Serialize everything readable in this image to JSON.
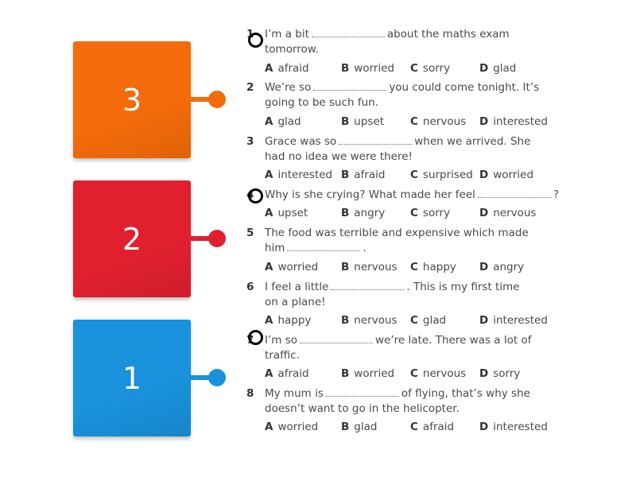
{
  "boxes": [
    {
      "label": "3",
      "color": "#f36b0a"
    },
    {
      "label": "2",
      "color": "#e1202f"
    },
    {
      "label": "1",
      "color": "#1991dc"
    }
  ],
  "questions": [
    {
      "number": "1",
      "lines": [
        {
          "pre": "I’m a bit",
          "blank": true,
          "post": "about the maths exam"
        },
        {
          "pre": "tomorrow.",
          "blank": false,
          "post": ""
        }
      ],
      "options": [
        "afraid",
        "worried",
        "sorry",
        "glad"
      ]
    },
    {
      "number": "2",
      "lines": [
        {
          "pre": "We’re so",
          "blank": true,
          "post": "you could come tonight. It’s"
        },
        {
          "pre": "going to be such fun.",
          "blank": false,
          "post": ""
        }
      ],
      "options": [
        "glad",
        "upset",
        "nervous",
        "interested"
      ]
    },
    {
      "number": "3",
      "lines": [
        {
          "pre": "Grace was so",
          "blank": true,
          "post": "when we arrived. She"
        },
        {
          "pre": "had no idea we were there!",
          "blank": false,
          "post": ""
        }
      ],
      "options": [
        "interested",
        "afraid",
        "surprised",
        "worried"
      ]
    },
    {
      "number": "4",
      "lines": [
        {
          "pre": "Why is she crying? What made her feel",
          "blank": true,
          "post": "?"
        }
      ],
      "options": [
        "upset",
        "angry",
        "sorry",
        "nervous"
      ]
    },
    {
      "number": "5",
      "lines": [
        {
          "pre": "The food was terrible and expensive which made",
          "blank": false,
          "post": ""
        },
        {
          "pre": "him",
          "blank": true,
          "post": "."
        }
      ],
      "options": [
        "worried",
        "nervous",
        "happy",
        "angry"
      ]
    },
    {
      "number": "6",
      "lines": [
        {
          "pre": "I feel a little",
          "blank": true,
          "post": ". This is my first time"
        },
        {
          "pre": "on a plane!",
          "blank": false,
          "post": ""
        }
      ],
      "options": [
        "happy",
        "nervous",
        "glad",
        "interested"
      ]
    },
    {
      "number": "7",
      "lines": [
        {
          "pre": "I’m so",
          "blank": true,
          "post": "we’re late. There was a lot of"
        },
        {
          "pre": "traffic.",
          "blank": false,
          "post": ""
        }
      ],
      "options": [
        "afraid",
        "worried",
        "nervous",
        "sorry"
      ]
    },
    {
      "number": "8",
      "lines": [
        {
          "pre": "My mum is",
          "blank": true,
          "post": "of flying, that’s why she"
        },
        {
          "pre": "doesn’t want to go in the helicopter.",
          "blank": false,
          "post": ""
        }
      ],
      "options": [
        "worried",
        "glad",
        "afraid",
        "interested"
      ]
    }
  ],
  "option_letters": [
    "A",
    "B",
    "C",
    "D"
  ]
}
